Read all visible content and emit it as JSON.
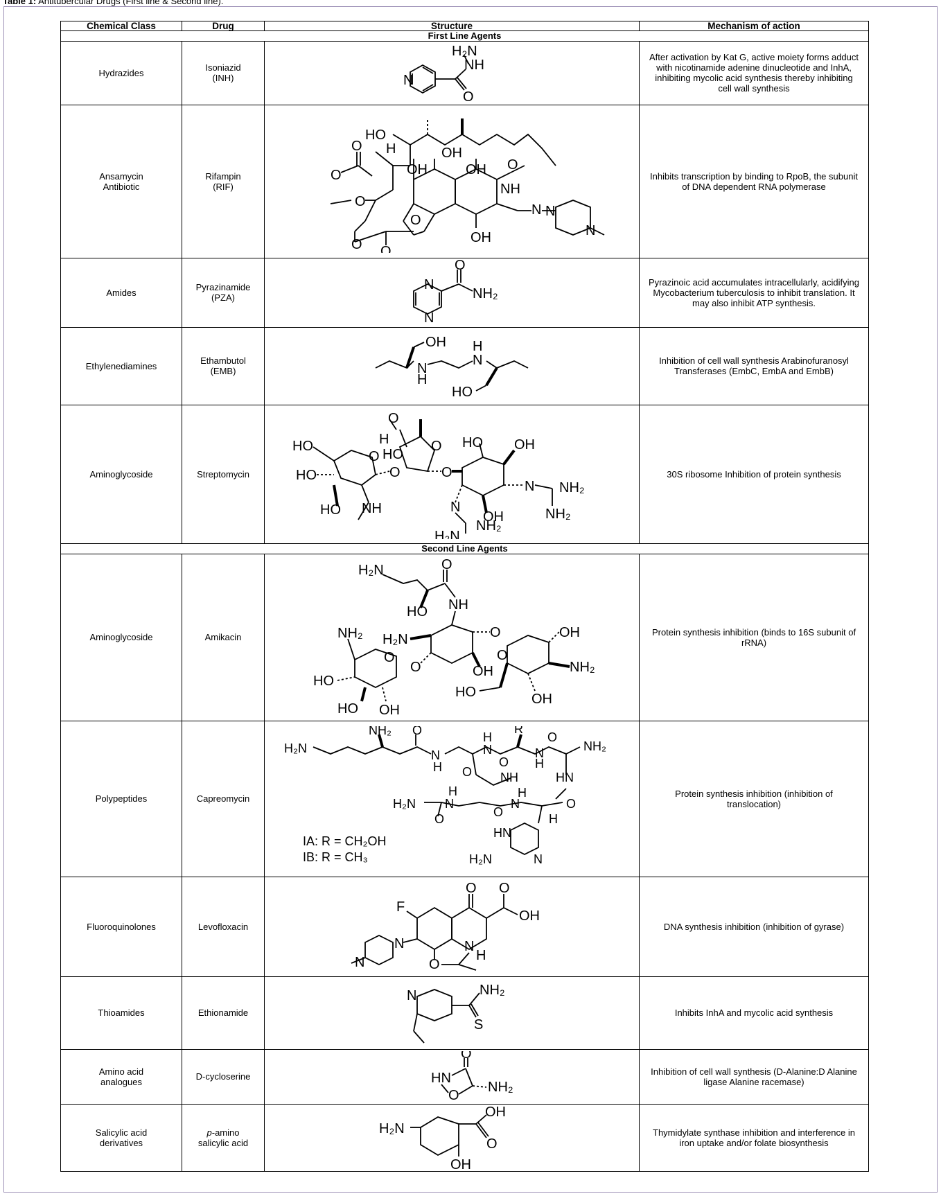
{
  "caption": {
    "label": "Table 1:",
    "text": " Antitubercular Drugs (First line & Second line)."
  },
  "headers": [
    "Chemical Class",
    "Drug",
    "Structure",
    "Mechanism of action"
  ],
  "sections": {
    "first": "First Line Agents",
    "second": "Second Line Agents"
  },
  "rows": [
    {
      "cls": "Hydrazides",
      "drug": "Isoniazid\n(INH)",
      "mech": "After activation by Kat G, active moiety forms adduct with nicotinamide adenine dinucleotide and InhA, inhibiting mycolic acid synthesis thereby inhibiting cell wall synthesis"
    },
    {
      "cls": "Ansamycin\nAntibiotic",
      "drug": "Rifampin\n(RIF)",
      "mech": "Inhibits transcription by binding to RpoB, the subunit of DNA dependent RNA polymerase"
    },
    {
      "cls": "Amides",
      "drug": "Pyrazinamide\n(PZA)",
      "mech": "Pyrazinoic acid accumulates intracellularly, acidifying Mycobacterium tuberculosis to inhibit translation. It may also inhibit ATP synthesis."
    },
    {
      "cls": "Ethylenediamines",
      "drug": "Ethambutol\n(EMB)",
      "mech": "Inhibition of cell wall synthesis Arabinofuranosyl Transferases (EmbC, EmbA and EmbB)"
    },
    {
      "cls": "Aminoglycoside",
      "drug": "Streptomycin",
      "mech": "30S ribosome Inhibition of protein synthesis"
    },
    {
      "cls": "Aminoglycoside",
      "drug": "Amikacin",
      "mech": "Protein synthesis inhibition (binds to 16S subunit of rRNA)"
    },
    {
      "cls": "Polypeptides",
      "drug": "Capreomycin",
      "mech": "Protein synthesis inhibition (inhibition of translocation)"
    },
    {
      "cls": "Fluoroquinolones",
      "drug": "Levofloxacin",
      "mech": "DNA synthesis inhibition (inhibition of gyrase)"
    },
    {
      "cls": "Thioamides",
      "drug": "Ethionamide",
      "mech": "Inhibits InhA and mycolic acid synthesis"
    },
    {
      "cls": "Amino acid\nanalogues",
      "drug": "D-cycloserine",
      "mech": "Inhibition of cell wall synthesis (D-Alanine:D Alanine ligase Alanine racemase)"
    },
    {
      "cls": "Salicylic acid\nderivatives",
      "drug_prefix": "p",
      "drug": "-amino\nsalicylic acid",
      "mech": "Thymidylate synthase inhibition and interference in iron uptake and/or folate biosynthesis"
    }
  ],
  "struct_labels": {
    "inh": {
      "h2n": "H₂N",
      "nh": "NH",
      "n": "N",
      "o": "O"
    },
    "rif": {
      "ho1": "HO",
      "h": "H",
      "oh1": "OH",
      "oh2": "OH",
      "oh3": "OH",
      "o1": "O",
      "o2": "O",
      "o3": "O",
      "o4": "O",
      "o5": "O",
      "o6": "O",
      "o7": "O",
      "nh": "NH",
      "n1": "N",
      "n2": "N",
      "n3": "N",
      "n4": "N",
      "oh4": "OH"
    },
    "pza": {
      "o": "O",
      "n1": "N",
      "n2": "N",
      "nh2": "NH₂"
    },
    "emb": {
      "oh": "OH",
      "ho": "HO",
      "h1": "H",
      "n1": "N",
      "h2": "H",
      "n2": "N"
    },
    "str": {
      "o1": "O",
      "h": "H",
      "ho1": "HO",
      "o2": "O",
      "ho2": "HO",
      "oh1": "OH",
      "ho3": "HO",
      "o3": "O",
      "o4": "O",
      "o5": "O",
      "n1": "N",
      "nh2a": "NH₂",
      "ho4": "HO",
      "ho5": "HO",
      "nh": "NH",
      "n2": "N",
      "oh2": "OH",
      "nh2b": "NH₂",
      "nh2c": "NH₂",
      "h2n": "H₂N"
    },
    "ami": {
      "h2n1": "H₂N",
      "o1": "O",
      "ho1": "HO",
      "nh": "NH",
      "nh2a": "NH₂",
      "h2n2": "H₂N",
      "o2": "O",
      "oh1": "OH",
      "o3": "O",
      "o4": "O",
      "oh2": "OH",
      "nh2b": "NH₂",
      "ho2": "HO",
      "o5": "O",
      "ho3": "HO",
      "oh3": "OH",
      "ho4": "HO",
      "oh4": "OH"
    },
    "cap": {
      "h2n1": "H₂N",
      "nh2a": "NH₂",
      "o1": "O",
      "n1": "N",
      "h1": "H",
      "h2": "H",
      "n2": "N",
      "o2": "O",
      "r": "R",
      "h3": "H",
      "n3": "N",
      "o3": "O",
      "nh2b": "NH₂",
      "o4": "O",
      "nh": "NH",
      "hn1": "HN",
      "h2n2": "H₂N",
      "n4": "N",
      "h4": "H",
      "o5": "O",
      "h5": "H",
      "n5": "N",
      "o6": "O",
      "h6": "H",
      "o7": "O",
      "hn2": "HN",
      "ia": "IA: R = CH₂OH",
      "ib": "IB: R = CH₃",
      "h2n3": "H₂N",
      "n6": "N"
    },
    "levo": {
      "f": "F",
      "o1": "O",
      "o2": "O",
      "oh": "OH",
      "n1": "N",
      "n2": "N",
      "n3": "N",
      "h": "H",
      "o3": "O"
    },
    "eth": {
      "nh2": "NH₂",
      "n": "N",
      "s": "S"
    },
    "dcs": {
      "o": "O",
      "hn": "HN",
      "o2": "O",
      "nh2": "NH₂"
    },
    "pas": {
      "h2n": "H₂N",
      "oh1": "OH",
      "o": "O",
      "oh2": "OH"
    }
  }
}
